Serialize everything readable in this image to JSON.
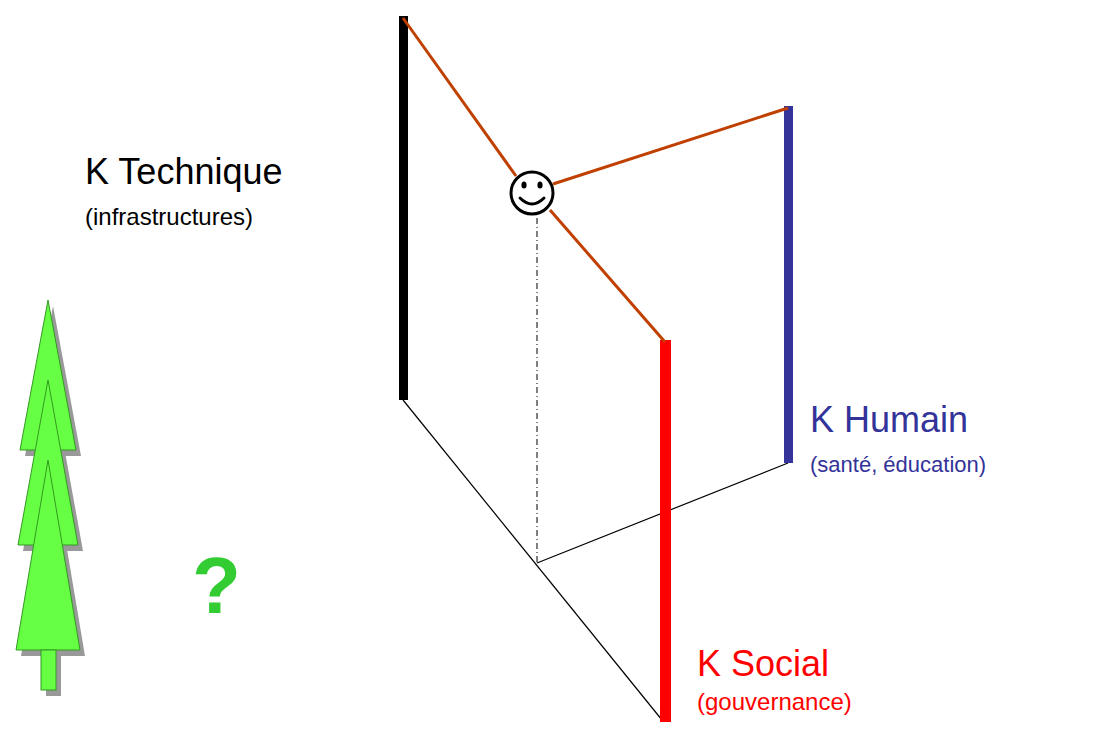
{
  "diagram": {
    "labels": [
      "K Technique",
      "(infrastructures)",
      "K Humain",
      "(santé, éducation)",
      "K Social",
      "(gouvernance)",
      "?"
    ]
  }
}
